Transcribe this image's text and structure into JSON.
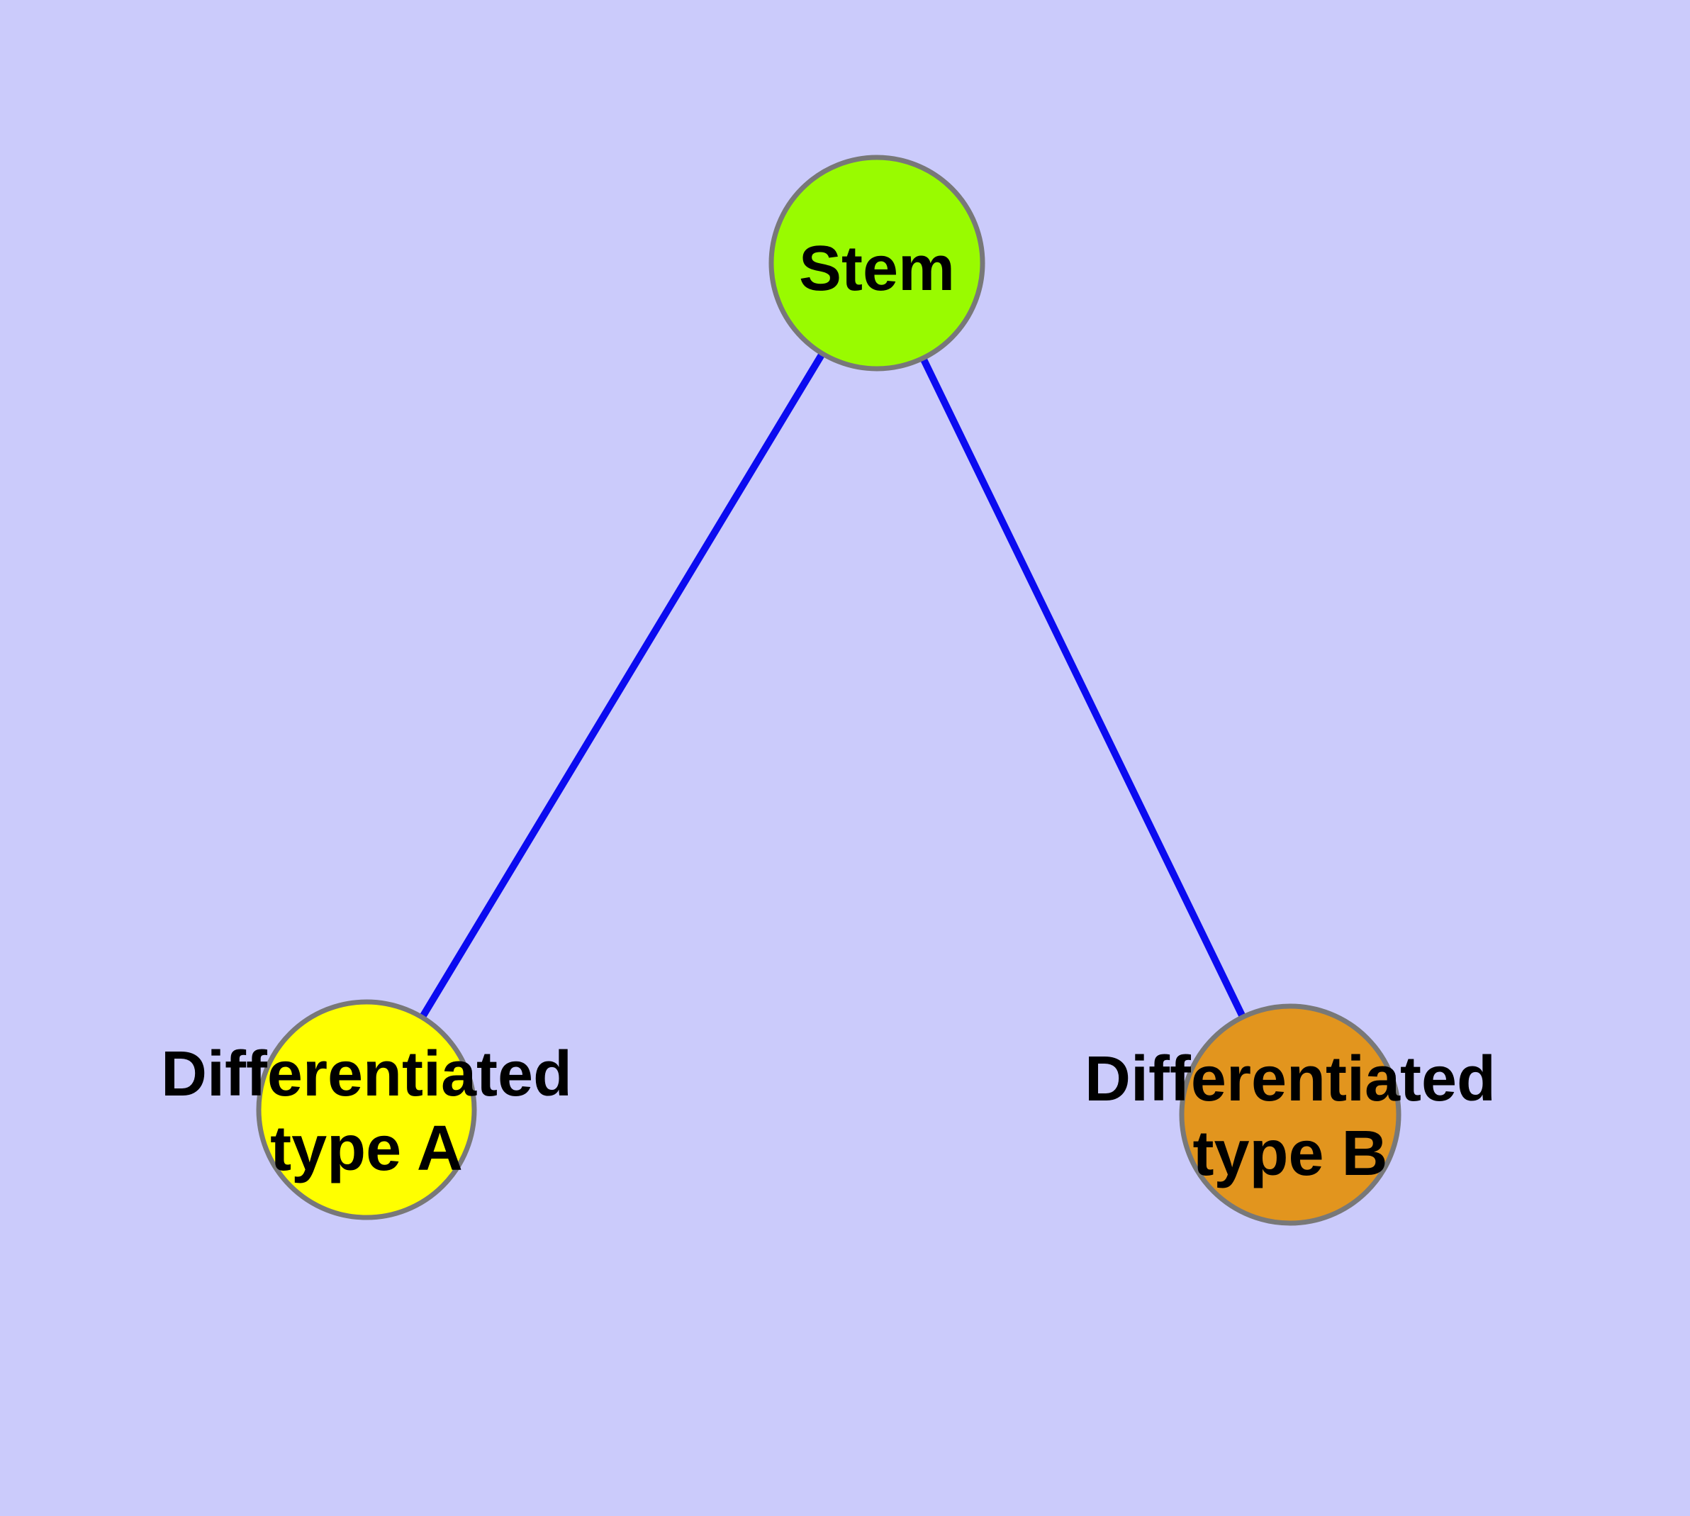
{
  "diagram": {
    "type": "graph",
    "background_color": "#CBCBFB",
    "edge_color": "#0B0BF0",
    "node_border_color": "#787878",
    "text_color": "#000000",
    "nodes": [
      {
        "id": "stem",
        "label": "Stem",
        "fill": "#99FB00"
      },
      {
        "id": "differentiated-type-a",
        "label": "Differentiated type A",
        "label_lines": [
          "Differentiated",
          "type A"
        ],
        "fill": "#FFFF00"
      },
      {
        "id": "differentiated-type-b",
        "label": "Differentiated type B",
        "label_lines": [
          "Differentiated",
          "type B"
        ],
        "fill": "#E2951E"
      }
    ],
    "edges": [
      {
        "from": "Stem",
        "to": "Differentiated type A"
      },
      {
        "from": "Stem",
        "to": "Differentiated type B"
      }
    ]
  }
}
